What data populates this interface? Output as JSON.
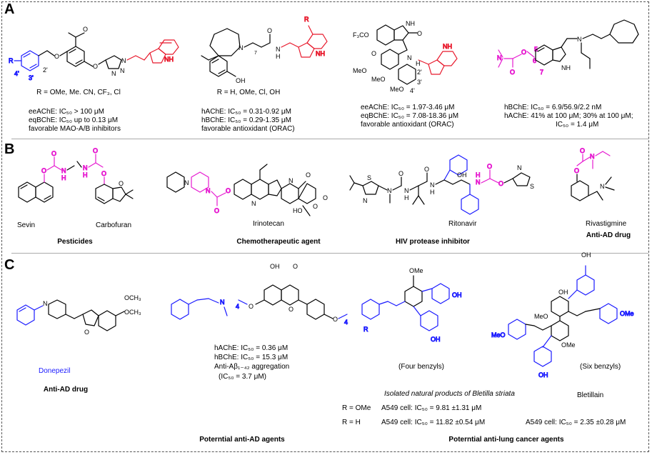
{
  "panels": {
    "A": {
      "letter": "A",
      "compounds": [
        {
          "r_group": "R = OMe, Me. CN, CF₃, Cl",
          "activity": [
            "eeAChE: IC₅₀ > 100 μM",
            "eqBChE: IC₅₀ up to 0.13 μM",
            "favorable MAO-A/B inhibitors"
          ]
        },
        {
          "r_group": "R = H, OMe, Cl, OH",
          "activity": [
            "hAChE: IC₅₀ = 0.31-0.92 μM",
            "hBChE: IC₅₀ = 0.29-1.35 μM",
            "favorable antioxidant (ORAC)"
          ]
        },
        {
          "r_group": "",
          "activity": [
            "eeAChE: IC₅₀ = 1.97-3.46 μM",
            "eqBChE: IC₅₀ = 7.08-18.36 μM",
            "favorable antioxidant (ORAC)"
          ]
        },
        {
          "r_group": "",
          "activity": [
            "hBChE: IC₅₀ = 6.9/56.9/2.2 nM",
            "hAChE: 41% at 100 μM; 30% at 100 μM;",
            "IC₅₀ = 1.4 μM"
          ]
        }
      ]
    },
    "B": {
      "letter": "B",
      "names": [
        "Sevin",
        "Carbofuran",
        "Irinotecan",
        "Ritonavir",
        "Rivastigmine"
      ],
      "categories": [
        "Pesticides",
        "Chemotherapeutic agent",
        "HIV protease inhibitor",
        "Anti-AD drug"
      ]
    },
    "C": {
      "letter": "C",
      "donepezil_name": "Donepezil",
      "donepezil_category": "Anti-AD drug",
      "flavone_activity": [
        "hAChE: IC₅₀ =  0.36 μM",
        "hBChE: IC₅₀ =  15.3 μM",
        "Anti-Aβ₁₋₄₂ aggregation",
        "(IC₅₀ =  3.7 μM)"
      ],
      "flavone_category": "Poterntial anti-AD agents",
      "four_benzyls": "(Four benzyls)",
      "natural_products": "Isolated natural products of Bletilla striata",
      "r_ome": "R = OMe",
      "r_ome_activity": "A549 cell: IC₅₀ = 9.81 ±1.31 μM",
      "r_h": "R = H",
      "r_h_activity": "A549 cell: IC₅₀ = 11.82 ±0.54 μM",
      "six_benzyls": "(Six benzyls)",
      "bletillain_name": "Bletillain",
      "bletillain_activity": "A549 cell: IC₅₀ = 2.35 ±0.28 μM",
      "lung_category": "Poterntial anti-lung cancer agents"
    }
  },
  "colors": {
    "red_highlight": "#e8192c",
    "magenta_highlight": "#e61bd0",
    "blue_highlight": "#1a1aff",
    "divider": "#aaaaaa"
  }
}
